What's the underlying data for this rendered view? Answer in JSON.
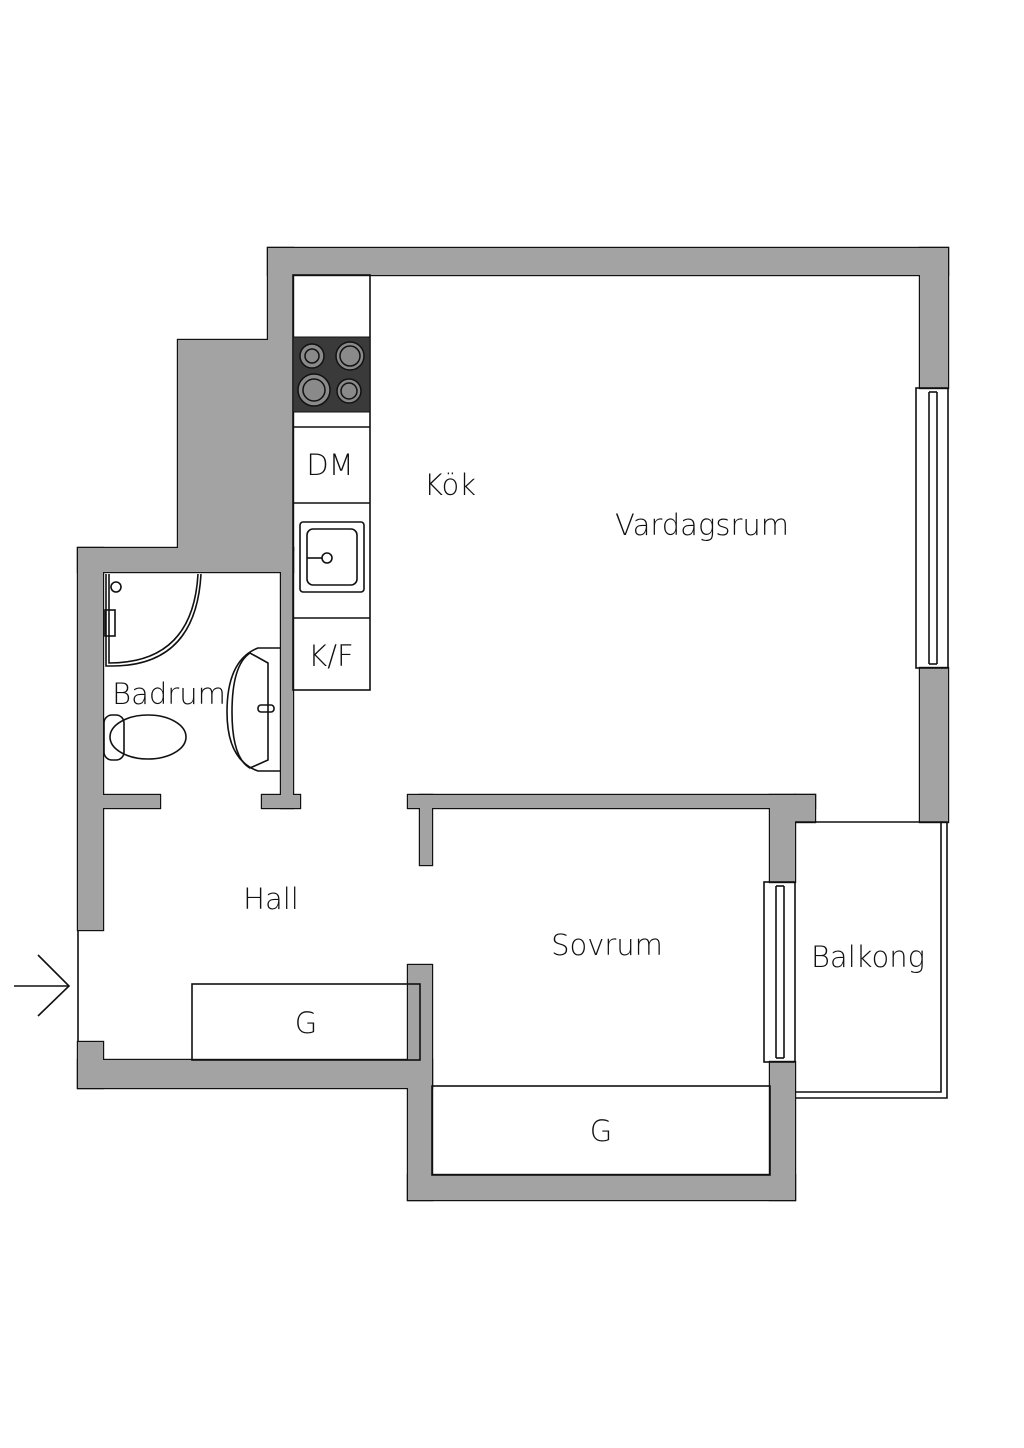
{
  "rooms": {
    "kok": "Kök",
    "vardagsrum": "Vardagsrum",
    "badrum": "Badrum",
    "hall": "Hall",
    "sovrum": "Sovrum",
    "balkong": "Balkong",
    "garderob_hall": "G",
    "garderob_sovrum": "G"
  },
  "fixtures": {
    "dishwasher": "DM",
    "fridge_freezer": "K/F"
  },
  "colors": {
    "wall": "#a3a3a3",
    "stove": "#3a3a3a"
  }
}
